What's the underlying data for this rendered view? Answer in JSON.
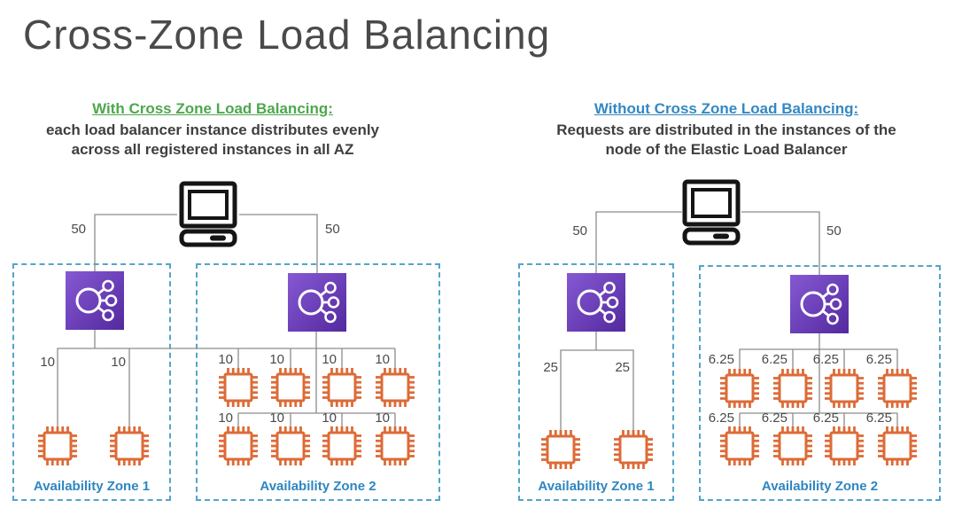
{
  "title": "Cross-Zone Load Balancing",
  "panels": {
    "with": {
      "heading": "With Cross Zone Load Balancing:",
      "description_line1": "each load balancer instance distributes evenly",
      "description_line2": "across all registered instances in all AZ",
      "traffic_left": "50",
      "traffic_right": "50",
      "az1": {
        "label": "Availability Zone 1",
        "loads": [
          "10",
          "10"
        ]
      },
      "az2": {
        "label": "Availability Zone 2",
        "loads_row1": [
          "10",
          "10",
          "10",
          "10"
        ],
        "loads_row2": [
          "10",
          "10",
          "10",
          "10"
        ]
      }
    },
    "without": {
      "heading": "Without Cross Zone Load Balancing:",
      "description_line1": "Requests are distributed in the instances of the",
      "description_line2": "node of the Elastic Load Balancer",
      "traffic_left": "50",
      "traffic_right": "50",
      "az1": {
        "label": "Availability Zone 1",
        "loads": [
          "25",
          "25"
        ]
      },
      "az2": {
        "label": "Availability Zone 2",
        "loads_row1": [
          "6.25",
          "6.25",
          "6.25",
          "6.25"
        ],
        "loads_row2": [
          "6.25",
          "6.25",
          "6.25",
          "6.25"
        ]
      }
    }
  },
  "icons": {
    "client": "desktop-computer-icon",
    "load_balancer": "elastic-load-balancer-icon",
    "instance": "ec2-instance-chip-icon"
  },
  "colors": {
    "title_text": "#4a4a4a",
    "body_text": "#3F3F3F",
    "heading_with": "#4EA74E",
    "heading_without": "#3488C2",
    "az_border": "#55A4CA",
    "az_label": "#2E86C1",
    "instance_orange": "#DC6B37",
    "lb_purple_light": "#8659D3",
    "lb_purple_dark": "#53299F",
    "wire_gray": "#8c8c8c"
  }
}
